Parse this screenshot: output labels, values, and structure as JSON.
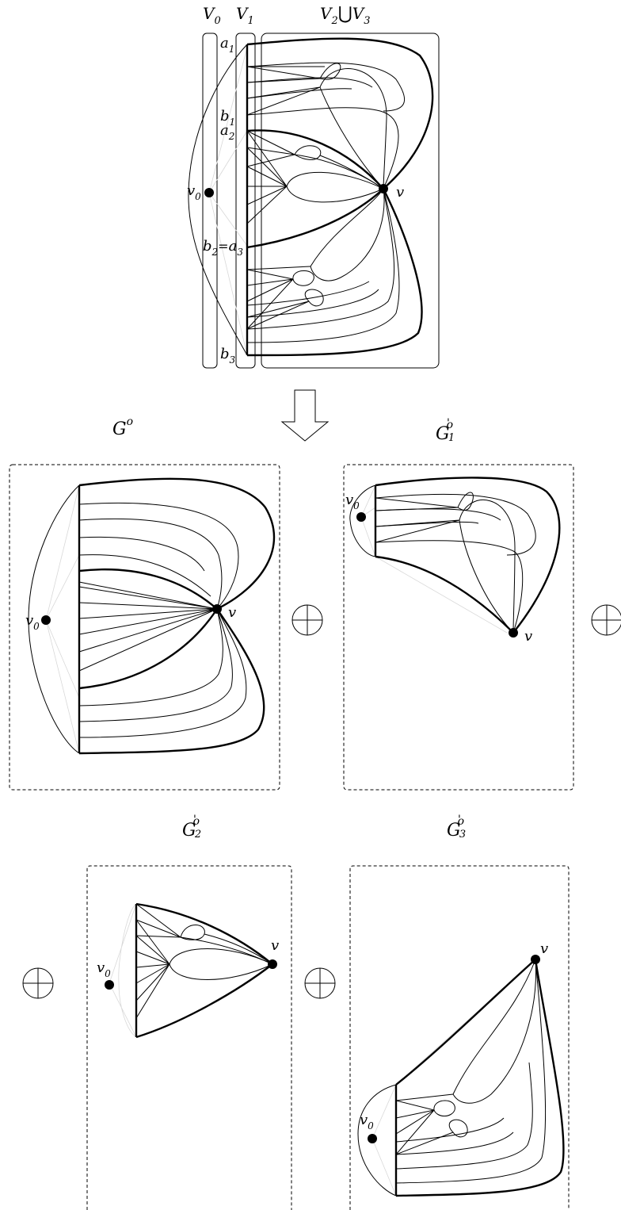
{
  "top": {
    "partition_labels": {
      "v0": {
        "base": "V",
        "sub": "0"
      },
      "v1": {
        "base": "V",
        "sub": "1"
      },
      "v23": {
        "base_a": "V",
        "sub_a": "2",
        "union": "⋃",
        "base_b": "V",
        "sub_b": "3"
      }
    },
    "vertex_labels": {
      "a1": {
        "base": "a",
        "sub": "1"
      },
      "b1": {
        "base": "b",
        "sub": "1"
      },
      "a2": {
        "base": "a",
        "sub": "2"
      },
      "b2a3": {
        "base_a": "b",
        "sub_a": "2",
        "eq": "=",
        "base_b": "a",
        "sub_b": "3"
      },
      "b3": {
        "base": "b",
        "sub": "3"
      },
      "v0": {
        "base": "v",
        "sub": "0"
      },
      "v": "v"
    }
  },
  "arrow_icon": "down-arrow-icon",
  "plus_icon": "direct-sum-icon",
  "panels": {
    "g": {
      "title_base": "G",
      "title_sup": "o",
      "v0": {
        "base": "v",
        "sub": "0"
      },
      "v": "v"
    },
    "g1": {
      "title_base": "G",
      "title_sup": "o",
      "title_sub": "1",
      "prime": "'",
      "v0": {
        "base": "v",
        "sub": "0"
      },
      "v": "v"
    },
    "g2": {
      "title_base": "G",
      "title_sup": "o",
      "title_sub": "2",
      "prime": "'",
      "v0": {
        "base": "v",
        "sub": "0"
      },
      "v": "v"
    },
    "g3": {
      "title_base": "G",
      "title_sup": "o",
      "title_sub": "3",
      "prime": "'",
      "v0": {
        "base": "v",
        "sub": "0"
      },
      "v": "v"
    }
  }
}
